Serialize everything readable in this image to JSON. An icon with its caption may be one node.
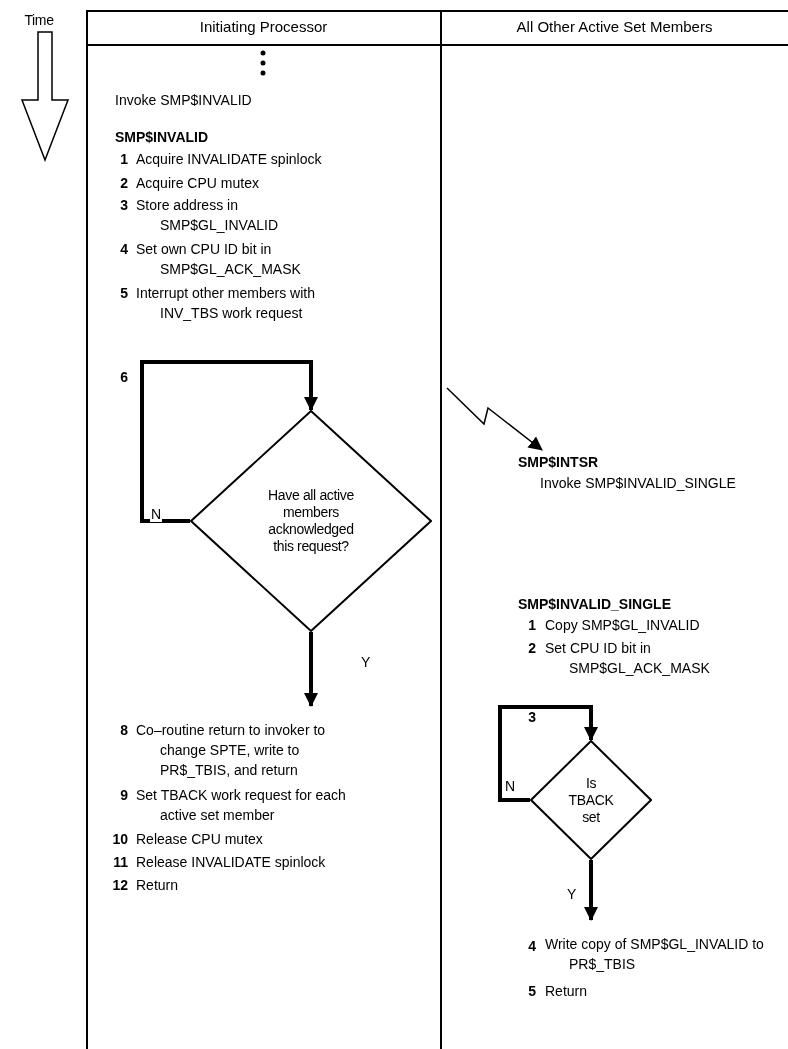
{
  "diagram": {
    "nodes": [
      {
        "text": [
          "Have all active members acknowledged this request?"
        ]
      },
      {
        "text": [
          "SMP$INTSR",
          "Invoke SMP$INVALID_SINGLE"
        ]
      },
      {
        "text": [
          "Co–routine return to invoker to change SPTE, write to PR$_TBIS, and return"
        ]
      },
      {
        "text": [
          "Is TBACK set"
        ]
      },
      {
        "text": [
          "Write copy of SMP$GL_INVALID to PR$_TBIS"
        ]
      }
    ],
    "edges": [
      {
        "from": 0,
        "to": 0,
        "arrow": "to",
        "label": "N"
      },
      {
        "from": 0,
        "to": 2,
        "arrow": "to",
        "label": "Y"
      },
      {
        "from": null,
        "to": 1,
        "arrow": "to"
      },
      {
        "from": 3,
        "to": 3,
        "arrow": "to",
        "label": "N"
      },
      {
        "from": 3,
        "to": 4,
        "arrow": "to",
        "label": "Y"
      }
    ],
    "labels": [
      "Time",
      "Initiating Processor",
      "All Other Active Set Members",
      "Invoke SMP$INVALID",
      "SMP$INVALID",
      "1",
      "Acquire INVALIDATE spinlock",
      "2",
      "Acquire CPU mutex",
      "3",
      "Store address in SMP$GL_INVALID",
      "4",
      "Set own CPU ID bit in SMP$GL_ACK_MASK",
      "5",
      "Interrupt other members with INV_TBS work request",
      "6",
      "8",
      "9",
      "Set TBACK work request for each active set member",
      "10",
      "Release CPU mutex",
      "11",
      "Release INVALIDATE spinlock",
      "12",
      "Return",
      "SMP$INVALID_SINGLE",
      "1",
      "Copy SMP$GL_INVALID",
      "2",
      "Set CPU ID bit in SMP$GL_ACK_MASK",
      "3",
      "4",
      "5",
      "Return"
    ]
  }
}
